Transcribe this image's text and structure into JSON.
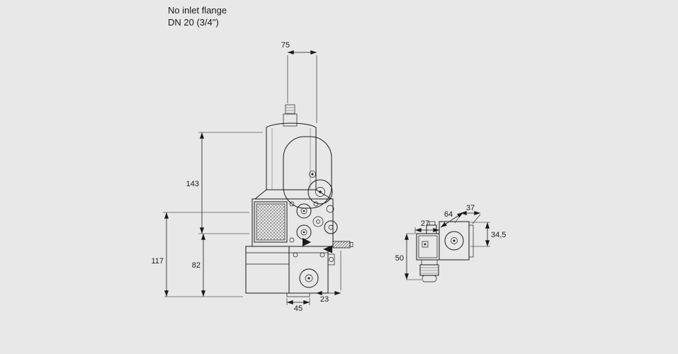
{
  "colors": {
    "background": "#e8e8e8",
    "line": "#1a1a1a"
  },
  "title": {
    "line1": "No inlet flange",
    "line2": "DN 20 (3/4\")"
  },
  "front_view_dimensions": {
    "actuator_width": "75",
    "top_to_axis_height": "143",
    "body_height": "117",
    "axis_to_bottom_height": "82",
    "bottom_connector_width": "45",
    "side_offset": "23"
  },
  "side_view_dimensions": {
    "coil_width": "27",
    "diagonal_depth": "64",
    "body_width": "37",
    "body_height": "34,5",
    "coil_assembly_height": "50"
  }
}
